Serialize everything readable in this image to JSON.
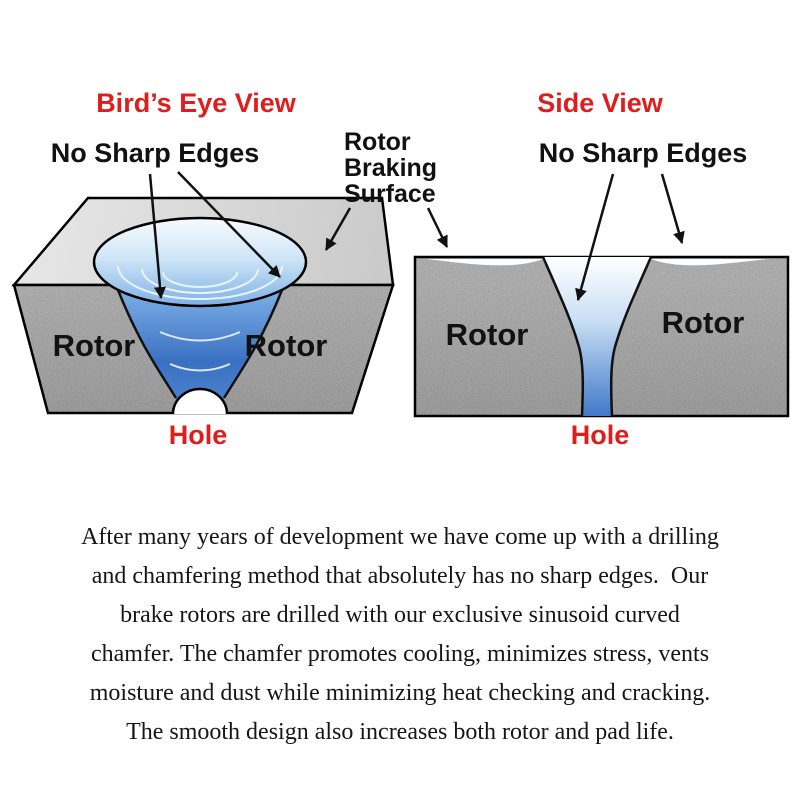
{
  "colors": {
    "accent_red": "#e01d1d",
    "text_black": "#111111",
    "rotor_gray": "#b4b4b4",
    "top_face_gray": "#d9d9d9",
    "chamfer_blue_deep": "#3a70c2",
    "chamfer_blue_light": "#cfe6f7"
  },
  "birds_eye": {
    "title": "Bird’s Eye View",
    "no_sharp_edges_label": "No Sharp Edges",
    "rotor_left": "Rotor",
    "rotor_right": "Rotor",
    "hole_label": "Hole"
  },
  "center_label": {
    "line1": "Rotor",
    "line2": "Braking",
    "line3": "Surface"
  },
  "side_view": {
    "title": "Side View",
    "no_sharp_edges_label": "No Sharp Edges",
    "rotor_left": "Rotor",
    "rotor_right": "Rotor",
    "hole_label": "Hole"
  },
  "paragraph": {
    "lines": [
      "After many years of development we have come up with a drilling",
      "and chamfering method that absolutely has no sharp edges.  Our",
      "brake rotors are drilled with our exclusive sinusoid curved",
      "chamfer. The chamfer promotes cooling, minimizes stress, vents",
      "moisture and dust while minimizing heat checking and cracking.",
      "The smooth design also increases both rotor and pad life."
    ]
  }
}
